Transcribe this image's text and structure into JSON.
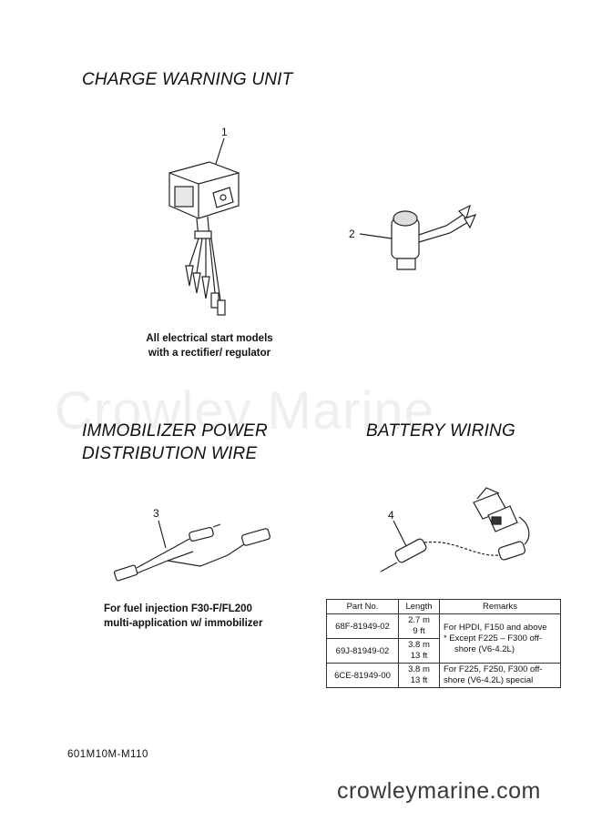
{
  "headings": {
    "charge_warning_unit": "CHARGE WARNING UNIT",
    "immobilizer_line1": "IMMOBILIZER POWER",
    "immobilizer_line2": "DISTRIBUTION WIRE",
    "battery_wiring": "BATTERY WIRING"
  },
  "callouts": [
    "1",
    "2",
    "3",
    "4"
  ],
  "captions": {
    "charge_line1": "All electrical start models",
    "charge_line2": "with a rectifier/ regulator",
    "immobilizer_line1": "For fuel injection F30-F/FL200",
    "immobilizer_line2": "multi-application w/ immobilizer"
  },
  "parts_table": {
    "headers": [
      "Part No.",
      "Length",
      "Remarks"
    ],
    "rows": [
      {
        "part_no": "68F-81949-02",
        "length_m": "2.7 m",
        "length_ft": "9 ft"
      },
      {
        "part_no": "69J-81949-02",
        "length_m": "3.8 m",
        "length_ft": "13 ft"
      },
      {
        "part_no": "6CE-81949-00",
        "length_m": "3.8 m",
        "length_ft": "13 ft"
      }
    ],
    "remarks_shared_line1": "For HPDI, F150 and above",
    "remarks_shared_line2": "* Except  F225 – F300 off-",
    "remarks_shared_line3": "shore (V6-4.2L)",
    "remarks_last_line1": "For F225, F250, F300 off-",
    "remarks_last_line2": "shore (V6-4.2L) special"
  },
  "watermark": "Crowley Marine",
  "footer_code": "601M10M-M110",
  "website": "crowleymarine.com"
}
